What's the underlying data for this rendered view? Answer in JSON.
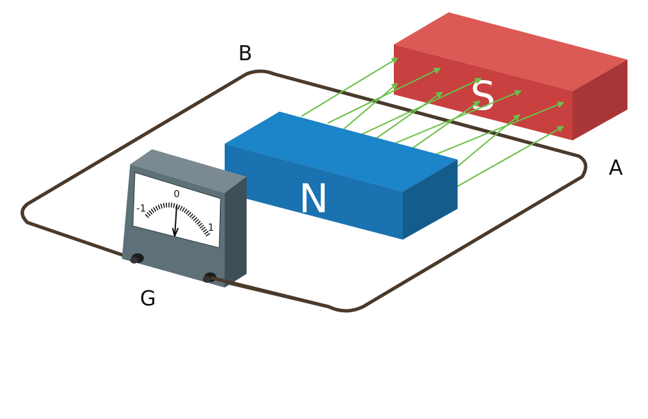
{
  "labels": {
    "point_a": "A",
    "point_b": "B",
    "galvanometer": "G"
  },
  "magnets": {
    "north_label": "N",
    "south_label": "S",
    "north_color": "#1878b8",
    "south_color": "#d24b4b"
  },
  "galvanometer": {
    "scale_left": "-1",
    "scale_center": "0",
    "scale_right": "1"
  },
  "colors": {
    "wire": "#4a3a2c",
    "field_lines": "#6cc04a"
  }
}
